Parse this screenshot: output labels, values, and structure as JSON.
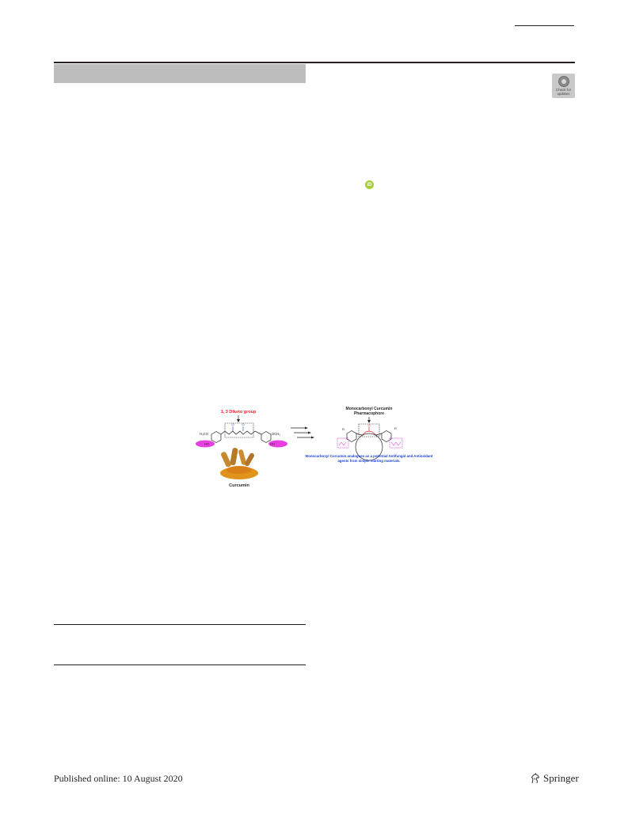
{
  "header": {},
  "badge": {
    "text": "Check for updates",
    "icon": "check-for-updates-icon"
  },
  "author": {
    "orcid_icon": "orcid-icon",
    "orcid_label": "iD"
  },
  "figure": {
    "label_13diketo": "1, 3 Diketo group",
    "label_h3co": "H₃CO",
    "label_och3": "OCH₃",
    "label_ho": "HO",
    "label_oh": "OH",
    "label_o1": "O",
    "label_o2": "O",
    "label_curcumin": "Curcumin",
    "label_mono_title1": "Monocarbonyl Curcumin",
    "label_mono_title2": "Pharmacophore",
    "label_o3": "O",
    "label_r1": "R",
    "label_r2": "R",
    "caption_line1": "Monocarbonyl Curcumin analogues as a potential Antifungal and Antioxidant",
    "caption_line2": "agents from simple starting materials.",
    "colors": {
      "red": "#e8242b",
      "blue": "#1a3fd6",
      "magenta": "#e83fe0",
      "turmeric": "#e0941c"
    }
  },
  "footer": {
    "published": "Published online: 10 August 2020",
    "publisher": "Springer",
    "publisher_icon": "springer-horse-icon"
  }
}
